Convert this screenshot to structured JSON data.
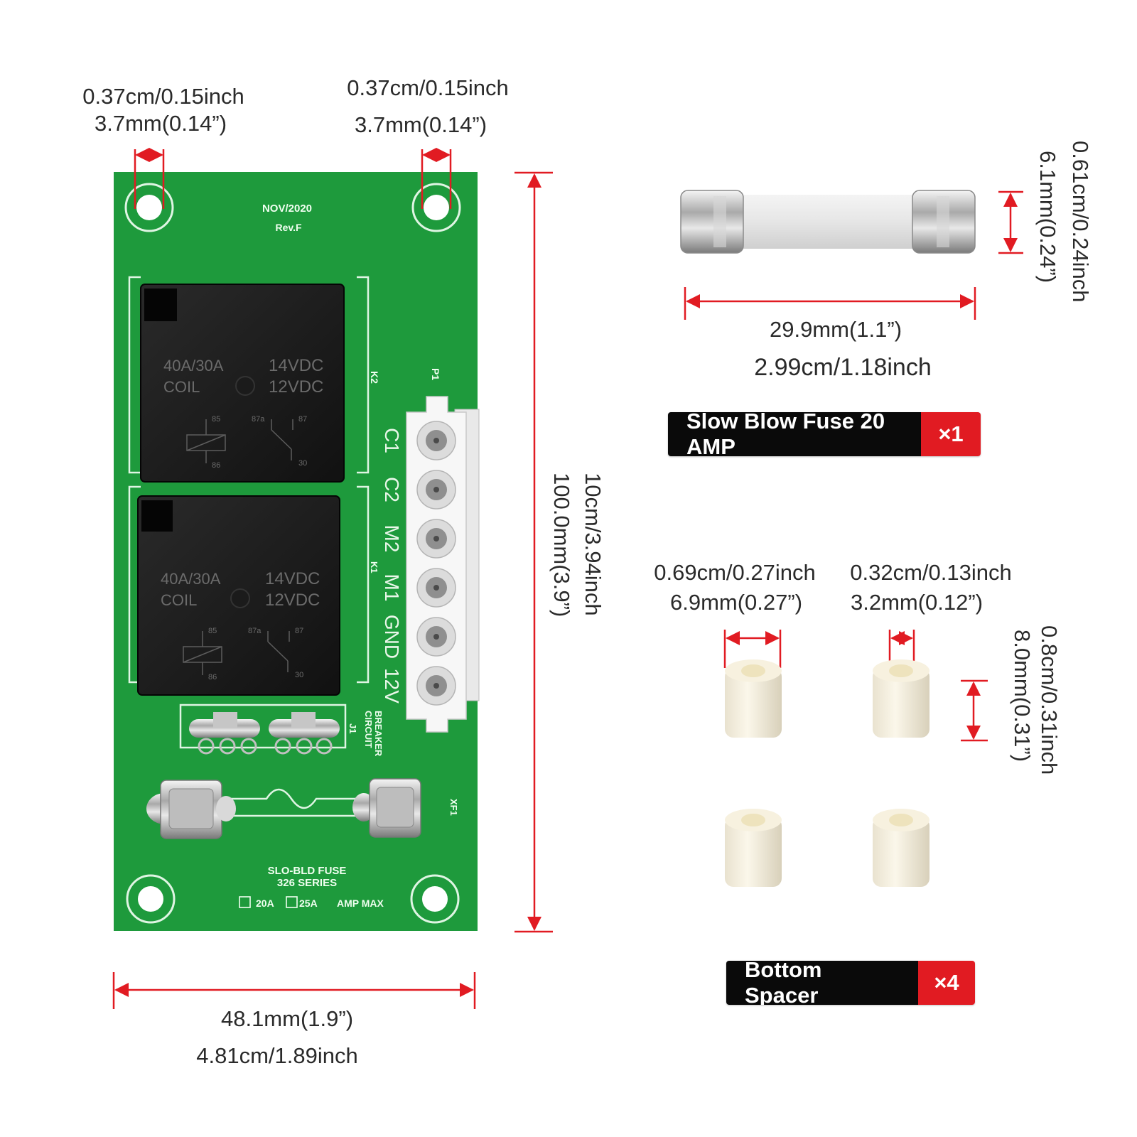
{
  "board": {
    "top_left_hole": {
      "cm_in": "0.37cm/0.15inch",
      "mm_in": "3.7mm(0.14”)"
    },
    "top_right_hole": {
      "cm_in": "0.37cm/0.15inch",
      "mm_in": "3.7mm(0.14”)"
    },
    "height": {
      "cm_in": "10cm/3.94inch",
      "mm_in": "100.0mm(3.9”)"
    },
    "width": {
      "mm_in": "48.1mm(1.9”)",
      "cm_in": "4.81cm/1.89inch"
    },
    "silkscreen": {
      "date": "NOV/2020",
      "rev": "Rev.F",
      "k2": "K2",
      "k1": "K1",
      "p1": "P1",
      "pins": [
        "C1",
        "C2",
        "M2",
        "M1",
        "GND",
        "12V"
      ],
      "circuit_breaker_1": "CIRCUIT",
      "circuit_breaker_2": "BREAKER",
      "j1": "J1",
      "xf1": "XF1",
      "fuse_1": "SLO-BLD FUSE",
      "fuse_2": "326 SERIES",
      "opt_20a": "20A",
      "opt_25a": "25A",
      "amp_max": "AMP MAX"
    },
    "relay": {
      "rating": "40A/30A",
      "coil": "COIL",
      "v1": "14VDC",
      "v2": "12VDC",
      "p85": "85",
      "p87a": "87a",
      "p87": "87",
      "p86": "86",
      "p30": "30"
    }
  },
  "fuse": {
    "diameter": {
      "cm_in": "0.61cm/0.24inch",
      "mm_in": "6.1mm(0.24”)"
    },
    "length": {
      "mm_in": "29.9mm(1.1”)",
      "cm_in": "2.99cm/1.18inch"
    },
    "badge": {
      "name": "Slow Blow Fuse 20 AMP",
      "qty": "×1"
    }
  },
  "spacer": {
    "outer": {
      "cm_in": "0.69cm/0.27inch",
      "mm_in": "6.9mm(0.27”)"
    },
    "inner": {
      "cm_in": "0.32cm/0.13inch",
      "mm_in": "3.2mm(0.12”)"
    },
    "height": {
      "cm_in": "0.8cm/0.31inch",
      "mm_in": "8.0mm(0.31”)"
    },
    "badge": {
      "name": "Bottom Spacer",
      "qty": "×4"
    }
  },
  "colors": {
    "pcb": "#1e9a3c",
    "dimension": "#e11b22",
    "badge_bg": "#0a0a0a"
  }
}
